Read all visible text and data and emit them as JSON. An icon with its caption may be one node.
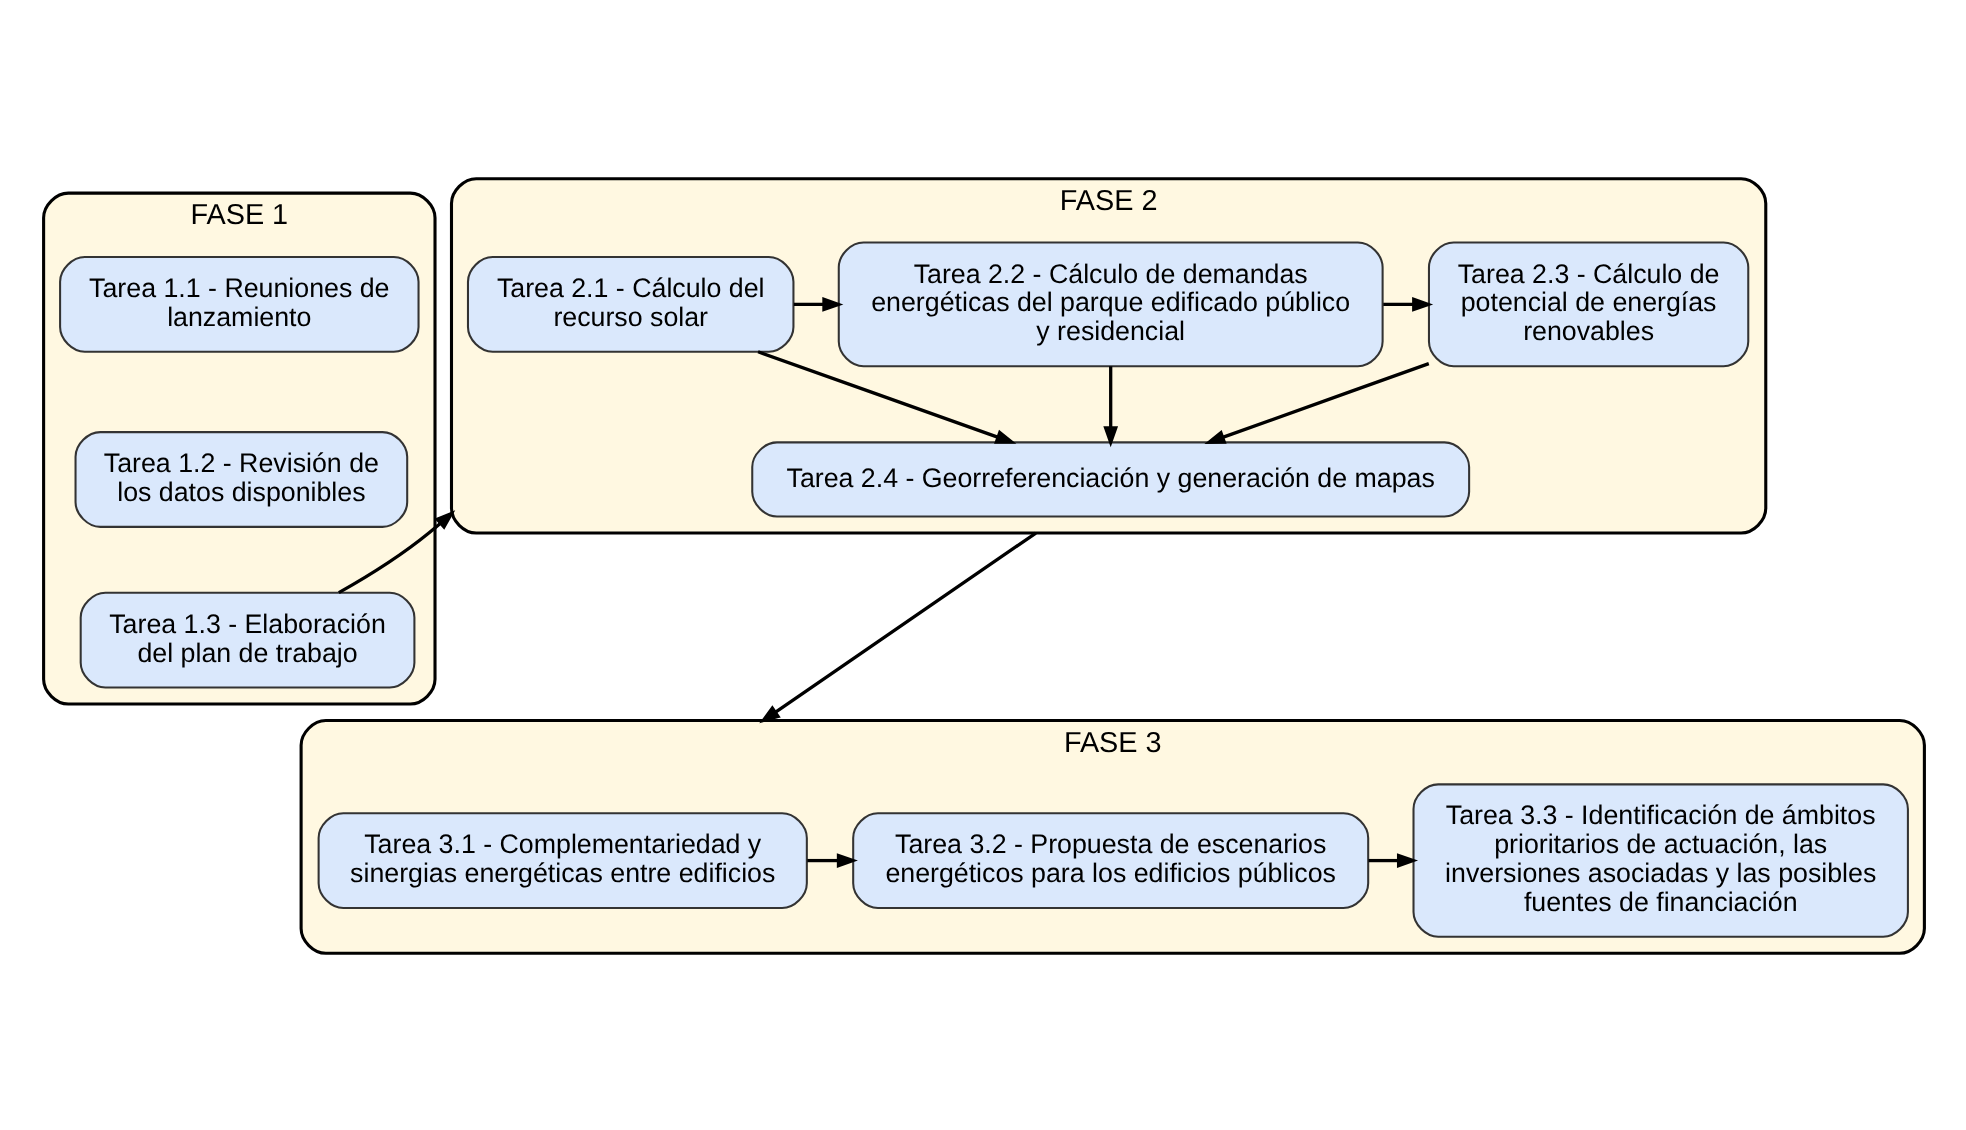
{
  "diagram": {
    "nodes": [
      {
        "text": [
          "FASE 1"
        ]
      },
      {
        "text": [
          "Tarea 1.1 - Reuniones de lanzamiento"
        ],
        "in": 0
      },
      {
        "text": [
          "Tarea 1.2 - Revisión de los datos disponibles"
        ],
        "in": 0
      },
      {
        "text": [
          "Tarea 1.3 - Elaboración del plan de trabajo"
        ],
        "in": 0
      },
      {
        "text": [
          "FASE 2"
        ]
      },
      {
        "text": [
          "Tarea 2.1 - Cálculo del recurso solar"
        ],
        "in": 4
      },
      {
        "text": [
          "Tarea 2.2 - Cálculo de demandas energéticas del parque edificado público y residencial"
        ],
        "in": 4
      },
      {
        "text": [
          "Tarea 2.3 - Cálculo de potencial de energías renovables"
        ],
        "in": 4
      },
      {
        "text": [
          "Tarea 2.4 - Georreferenciación y generación de mapas"
        ],
        "in": 4
      },
      {
        "text": [
          "FASE 3"
        ]
      },
      {
        "text": [
          "Tarea 3.1 - Complementariedad y sinergias energéticas entre edificios"
        ],
        "in": 9
      },
      {
        "text": [
          "Tarea 3.2 - Propuesta de escenarios energéticos para los edificios públicos"
        ],
        "in": 9
      },
      {
        "text": [
          "Tarea 3.3 - Identificación de ámbitos prioritarios de actuación, las inversiones asociadas y las posibles fuentes de financiación"
        ],
        "in": 9
      }
    ],
    "edges": [
      {
        "from": 3,
        "to": 4,
        "arrow": "to"
      },
      {
        "from": 5,
        "to": 6,
        "arrow": "to"
      },
      {
        "from": 6,
        "to": 7,
        "arrow": "to"
      },
      {
        "from": 5,
        "to": 8,
        "arrow": "to"
      },
      {
        "from": 6,
        "to": 8,
        "arrow": "to"
      },
      {
        "from": 7,
        "to": 8,
        "arrow": "to"
      },
      {
        "from": 4,
        "to": 9,
        "arrow": "to"
      },
      {
        "from": 10,
        "to": 11,
        "arrow": "to"
      },
      {
        "from": 11,
        "to": 12,
        "arrow": "to"
      }
    ]
  }
}
